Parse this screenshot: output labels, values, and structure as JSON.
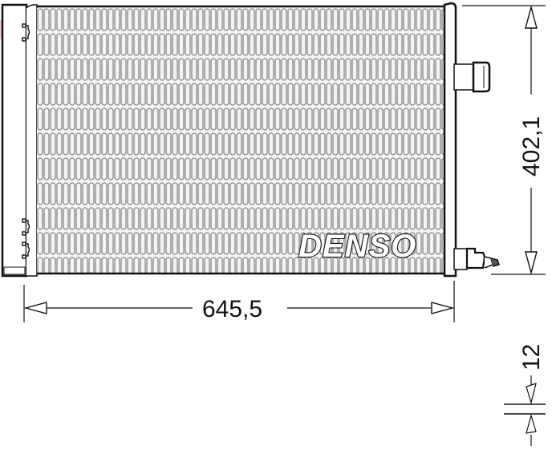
{
  "diagram": {
    "type": "technical-drawing",
    "subject": "A/C condenser",
    "brand_label": "DENSO",
    "colors": {
      "line": "#111111",
      "fin": "#8a8a8a",
      "watermark": "#e26a7a"
    },
    "dimensions": {
      "width": "645,5",
      "height": "402,1",
      "thickness": "12"
    },
    "watermark_text": "DENSO"
  }
}
